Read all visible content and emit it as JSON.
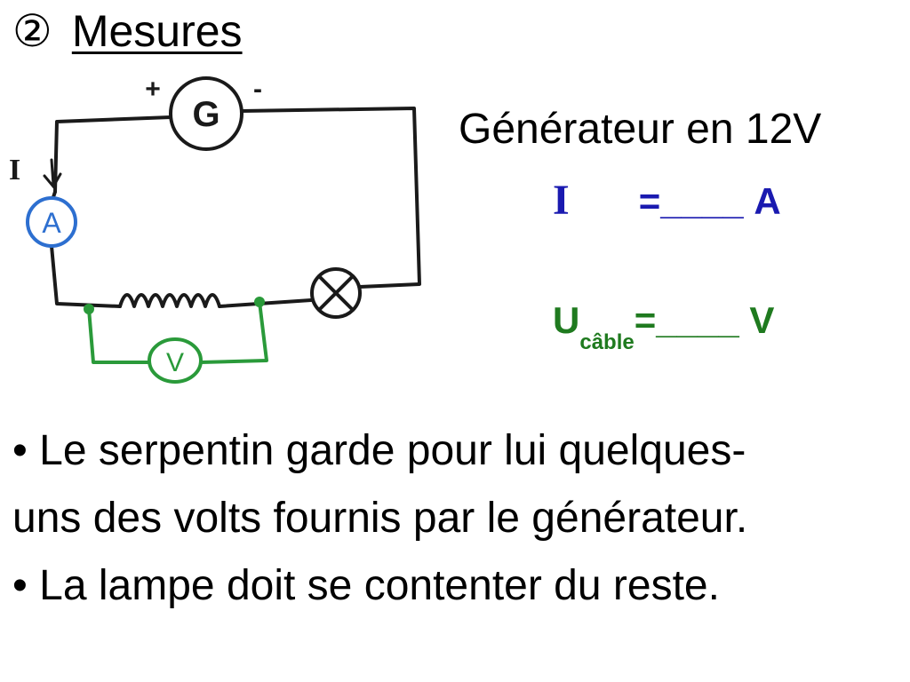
{
  "title": {
    "number": "②",
    "text": "Mesures"
  },
  "circuit": {
    "generator": {
      "label": "G",
      "plus": "+",
      "minus": "-"
    },
    "current_label": "I",
    "ammeter_label": "A",
    "voltmeter_label": "V",
    "colors": {
      "wire": "#1a1a1a",
      "ammeter": "#2d6fd0",
      "voltmeter": "#2a9a3a"
    }
  },
  "info": {
    "generator_setting": "Générateur en 12V",
    "current": {
      "symbol": "I",
      "equals": "=",
      "blank": "____",
      "unit": "A",
      "color": "#1a1ab0"
    },
    "voltage": {
      "symbol": "U",
      "subscript": "câble",
      "equals": "=",
      "blank": "____",
      "unit": "V",
      "color": "#1f7a1f"
    }
  },
  "bullets": {
    "line1": "• Le serpentin garde pour lui quelques-",
    "line2": "uns des volts fournis par le générateur.",
    "line3": "• La lampe doit se  contenter du reste."
  }
}
